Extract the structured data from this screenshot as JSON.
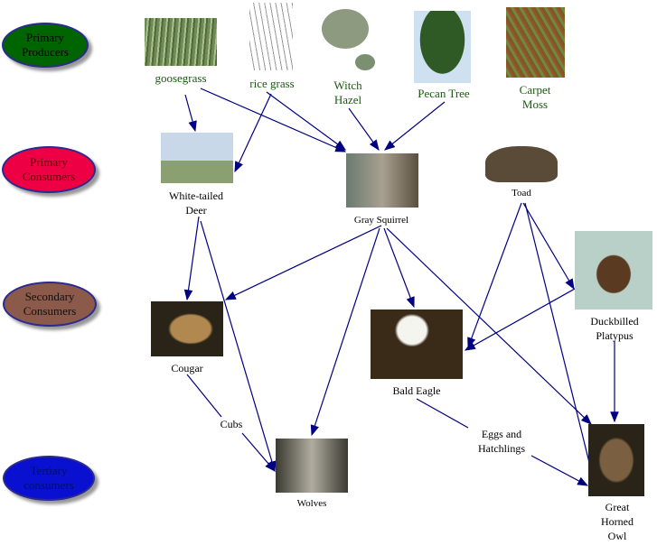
{
  "levels": {
    "producers": "Primary Producers",
    "primary": "Primary Consumers",
    "secondary": "Secondary Consumers",
    "tertiary": "Tertiary consumers"
  },
  "organisms": {
    "goosegrass": "goosegrass",
    "rice_grass": "rice grass",
    "witch_hazel": "Witch Hazel",
    "pecan": "Pecan Tree",
    "moss": "Carpet Moss",
    "deer": "White-tailed Deer",
    "squirrel": "Gray Squirrel",
    "toad": "Toad",
    "platypus": "Duckbilled Platypus",
    "cougar": "Cougar",
    "eagle": "Bald Eagle",
    "wolves": "Wolves",
    "owl": "Great Horned Owl"
  },
  "annotations": {
    "cubs": "Cubs",
    "eggs": "Eggs and Hatchlings"
  },
  "colors": {
    "arrow": "#000080",
    "producers": "#006400",
    "primary": "#ee0044",
    "secondary": "#8b5a4a",
    "tertiary": "#0a10d0"
  }
}
